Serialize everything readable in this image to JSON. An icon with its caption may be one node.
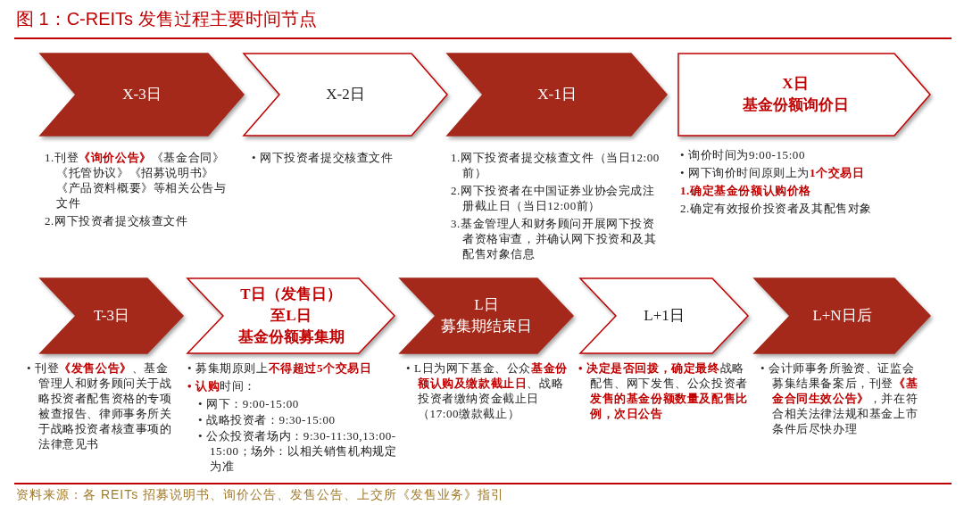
{
  "diagram": {
    "title": "图 1：C-REITs 发售过程主要时间节点",
    "caption": "资料来源：各 REITs 招募说明书、询价公告、发售公告、上交所《发售业务》指引",
    "nodes": [
      {
        "text": [
          "X-3日"
        ],
        "beside": [
          "1.刊登**《询价公告》**《基金合同》《托管协议》《招募说明书》《产品资料概要》等相关公告与文件",
          "2.网下投资者提交核查文件"
        ]
      },
      {
        "text": [
          "X-2日"
        ],
        "beside": [
          "• 网下投资者提交核查文件"
        ]
      },
      {
        "text": [
          "X-1日"
        ],
        "beside": [
          "1.网下投资者提交核查文件（当日12:00前）",
          "2.网下投资者在中国证券业协会完成注册截止日（当日12:00前）",
          "3.基金管理人和财务顾问开展网下投资者资格审查，并确认网下投资和及其配售对象信息"
        ]
      },
      {
        "text": [
          "X日",
          "基金份额询价日"
        ],
        "beside": [
          "• 询价时间为9:00-15:00",
          "• 网下询价时间原则上为**1个交易日**",
          "**1.确定基金份额认购价格**",
          "2.确定有效报价投资者及其配售对象"
        ]
      },
      {
        "text": [
          "T-3日"
        ],
        "beside": [
          "• 刊登**《发售公告》**、基金管理人和财务顾问关于战略投资者配售资格的专项被查报告、律师事务所关于战略投资者核查事项的法律意见书"
        ]
      },
      {
        "text": [
          "T日（发售日）",
          "至L日",
          "基金份额募集期"
        ],
        "beside": [
          "• 募集期原则上**不得超过5个交易日**",
          "**• 认购**时间：",
          "• 网下：9:00-15:00",
          "• 战略投资者：9:30-15:00",
          "• 公众投资者场内：9:30-11:30,13:00-15:00；场外：以相关销售机构规定为准"
        ]
      },
      {
        "text": [
          "L日",
          "募集期结束日"
        ],
        "beside": [
          "• L日为网下基金、公众**基金份额认购及缴款截止日**、战略投资者缴纳资金截止日（17:00缴款截止）"
        ]
      },
      {
        "text": [
          "L+1日"
        ],
        "beside": [
          "**• 决定是否回拨，确定最终**战略配售、网下发售、公众投资者**发售的基金份额数量及配售比例，次日公告**"
        ]
      },
      {
        "text": [
          "L+N日后"
        ],
        "beside": [
          "• 会计师事务所验资、证监会募集结果备案后，刊登**《基金合同生效公告》**，并在符合相关法律法规和基金上市条件后尽快办理"
        ]
      }
    ]
  }
}
